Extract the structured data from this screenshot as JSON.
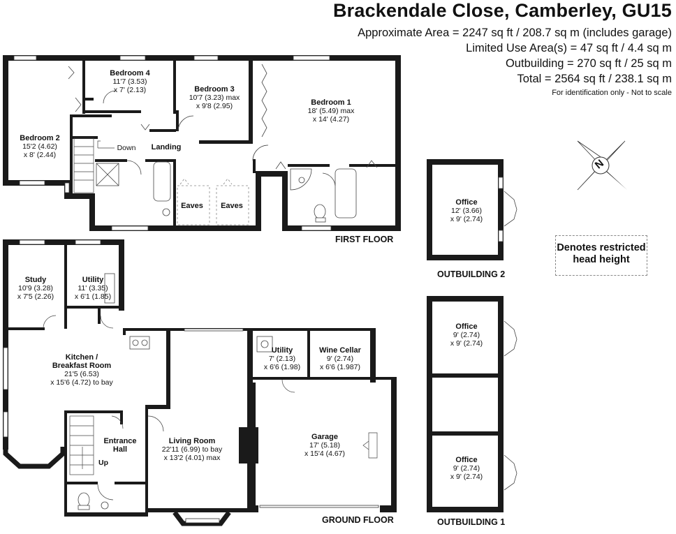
{
  "header": {
    "title": "Brackendale Close, Camberley, GU15",
    "line1": "Approximate Area = 2247 sq ft / 208.7 sq m (includes garage)",
    "line2": "Limited Use Area(s) = 47 sq ft / 4.4 sq m",
    "line3": "Outbuilding = 270 sq ft / 25 sq m",
    "line4": "Total = 2564 sq ft / 238.1 sq m",
    "note": "For identification only - Not to scale"
  },
  "legend": {
    "restricted": "Denotes restricted head height"
  },
  "compass": {
    "north": "N"
  },
  "floors": {
    "first": "FIRST FLOOR",
    "ground": "GROUND FLOOR",
    "outbuilding2": "OUTBUILDING 2",
    "outbuilding1": "OUTBUILDING 1"
  },
  "rooms": {
    "bedroom4": {
      "name": "Bedroom 4",
      "d1": "11'7 (3.53)",
      "d2": "x 7' (2.13)"
    },
    "bedroom3": {
      "name": "Bedroom 3",
      "d1": "10'7 (3.23) max",
      "d2": "x 9'8 (2.95)"
    },
    "bedroom1": {
      "name": "Bedroom 1",
      "d1": "18' (5.49) max",
      "d2": "x 14' (4.27)"
    },
    "bedroom2": {
      "name": "Bedroom 2",
      "d1": "15'2 (4.62)",
      "d2": "x 8' (2.44)"
    },
    "landing": {
      "name": "Landing"
    },
    "down": {
      "name": "Down"
    },
    "eaves1": {
      "name": "Eaves"
    },
    "eaves2": {
      "name": "Eaves"
    },
    "study": {
      "name": "Study",
      "d1": "10'9 (3.28)",
      "d2": "x 7'5 (2.26)"
    },
    "utility1": {
      "name": "Utility",
      "d1": "11' (3.35)",
      "d2": "x 6'1 (1.85)"
    },
    "kitchen": {
      "name1": "Kitchen /",
      "name2": "Breakfast Room",
      "d1": "21'5 (6.53)",
      "d2": "x 15'6 (4.72) to bay"
    },
    "utility2": {
      "name": "Utility",
      "d1": "7' (2.13)",
      "d2": "x 6'6 (1.98)"
    },
    "winecellar": {
      "name": "Wine Cellar",
      "d1": "9' (2.74)",
      "d2": "x 6'6 (1.987)"
    },
    "entrance": {
      "name1": "Entrance",
      "name2": "Hall"
    },
    "up": {
      "name": "Up"
    },
    "living": {
      "name": "Living Room",
      "d1": "22'11 (6.99) to bay",
      "d2": "x 13'2 (4.01) max"
    },
    "garage": {
      "name": "Garage",
      "d1": "17' (5.18)",
      "d2": "x 15'4 (4.67)"
    },
    "office_ob2": {
      "name": "Office",
      "d1": "12' (3.66)",
      "d2": "x 9' (2.74)"
    },
    "office_ob1a": {
      "name": "Office",
      "d1": "9' (2.74)",
      "d2": "x 9' (2.74)"
    },
    "office_ob1b": {
      "name": "Office",
      "d1": "9' (2.74)",
      "d2": "x 9' (2.74)"
    }
  }
}
